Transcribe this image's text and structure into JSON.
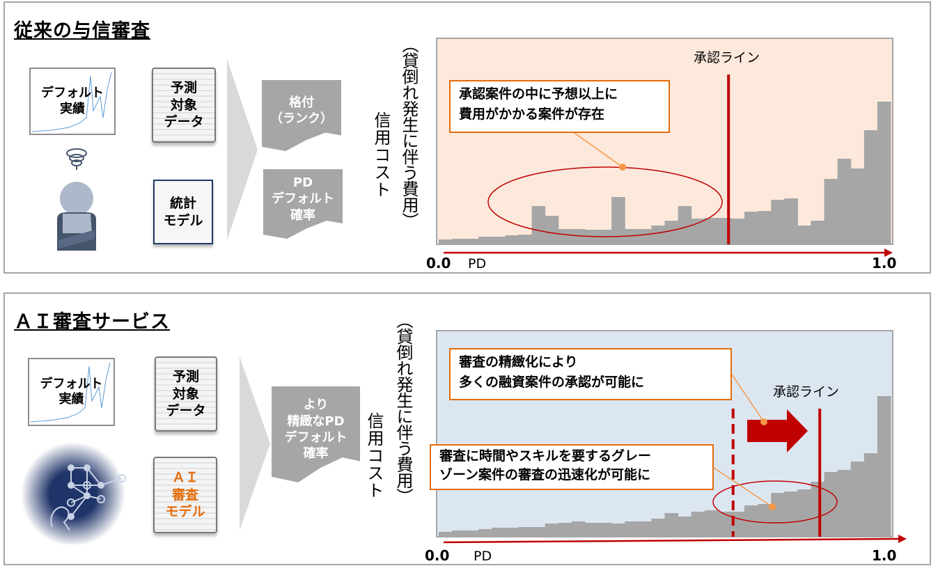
{
  "colors": {
    "accent_red": "#c00000",
    "callout_border": "#e46c0a",
    "bar": "#a6a6a6",
    "top_bg": "#fce9dc",
    "bottom_bg": "#dce6f1",
    "ai_orange": "#e46c0a"
  },
  "traditional": {
    "title": "従来の与信審査",
    "thumb_label": "デフォルト\n実績",
    "doc_data": "予測\n対象\nデータ",
    "doc_model": "統計\nモデル",
    "person_icon": "confused-person-icon",
    "out_rank": "格付\n（ランク）",
    "out_pd": "PD\nデフォルト\n確率",
    "ylabel_main": "信用コスト",
    "ylabel_sub": "（貸倒れ発生に伴う費用）",
    "approval_label": "承認ライン",
    "callout": "承認案件の中に予想以上に\n費用がかかる案件が存在",
    "x_start": "0.0",
    "x_end": "1.0",
    "x_label": "PD"
  },
  "ai": {
    "title": "ＡＩ審査サービス",
    "thumb_label": "デフォルト\n実績",
    "doc_data": "予測\n対象\nデータ",
    "doc_model": "ＡＩ\n審査\nモデル",
    "ai_icon": "neural-network-head-icon",
    "out_pd": "より\n精緻なPD\nデフォルト\n確率",
    "ylabel_main": "信用コスト",
    "ylabel_sub": "（貸倒れ発生に伴う費用）",
    "approval_label": "承認ライン",
    "callout1": "審査の精緻化により\n多くの融資案件の承認が可能に",
    "callout2": "審査に時間やスキルを要するグレー\nゾーン案件の審査の迅速化が可能に",
    "x_start": "0.0",
    "x_end": "1.0",
    "x_label": "PD"
  },
  "chart_data": [
    {
      "type": "bar",
      "xlabel": "PD",
      "ylabel": "信用コスト（貸倒れ発生に伴う費用）",
      "xlim": [
        0,
        1
      ],
      "ylim": [
        0,
        296
      ],
      "values": [
        7,
        8,
        8,
        11,
        11,
        13,
        14,
        55,
        41,
        22,
        22,
        21,
        21,
        68,
        22,
        22,
        27,
        34,
        55,
        37,
        38,
        38,
        37,
        47,
        48,
        64,
        66,
        27,
        34,
        94,
        123,
        109,
        164,
        205
      ],
      "approval_line_pd": 0.64
    },
    {
      "type": "bar",
      "xlabel": "PD",
      "ylabel": "信用コスト（貸倒れ発生に伴う費用）",
      "xlim": [
        0,
        1
      ],
      "ylim": [
        0,
        296
      ],
      "values": [
        7,
        9,
        9,
        11,
        13,
        13,
        14,
        14,
        19,
        20,
        22,
        20,
        20,
        19,
        22,
        22,
        26,
        34,
        29,
        36,
        38,
        36,
        36,
        45,
        47,
        63,
        65,
        68,
        79,
        93,
        96,
        108,
        120,
        202
      ],
      "old_approval_line_pd": 0.65,
      "approval_line_pd": 0.84
    }
  ]
}
